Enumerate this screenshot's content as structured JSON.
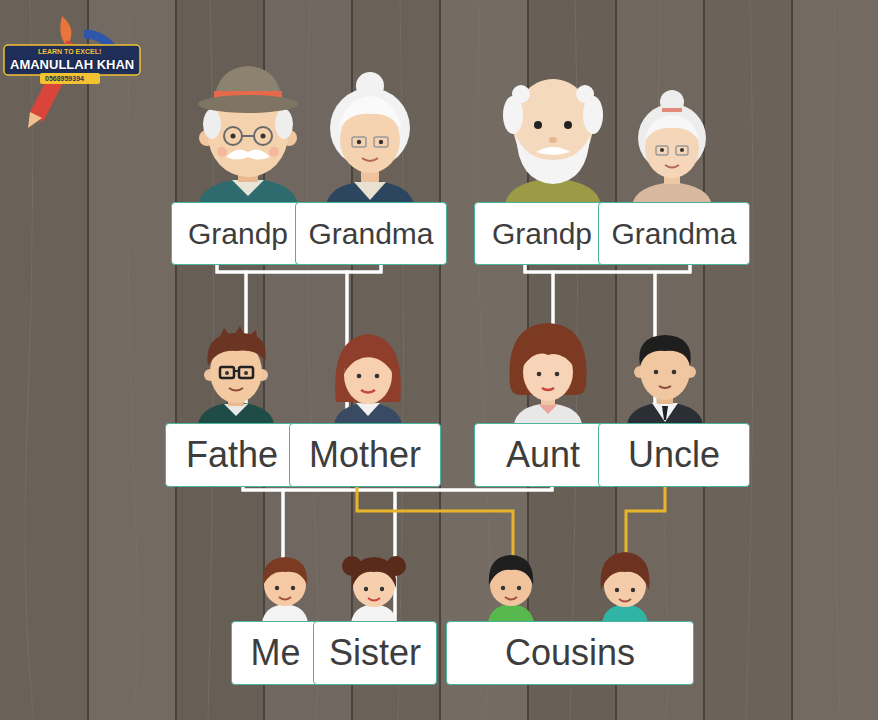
{
  "diagram": {
    "nodes": [
      {
        "text": [
          "Grandp"
        ]
      },
      {
        "text": [
          "Grandma"
        ]
      },
      {
        "text": [
          "Grandp"
        ]
      },
      {
        "text": [
          "Grandma"
        ]
      },
      {
        "text": [
          "Fathe"
        ]
      },
      {
        "text": [
          "Mother"
        ]
      },
      {
        "text": [
          "Aunt"
        ]
      },
      {
        "text": [
          "Uncle"
        ]
      },
      {
        "text": [
          "Me"
        ]
      },
      {
        "text": [
          "Sister"
        ]
      },
      {
        "text": [
          "Cousins"
        ]
      }
    ],
    "edges": [
      {
        "from": 0,
        "to": 4,
        "arrow": "none"
      },
      {
        "from": 0,
        "to": 5,
        "arrow": "none"
      },
      {
        "from": 1,
        "to": 4,
        "arrow": "none"
      },
      {
        "from": 1,
        "to": 5,
        "arrow": "none"
      },
      {
        "from": 2,
        "to": 6,
        "arrow": "none"
      },
      {
        "from": 2,
        "to": 7,
        "arrow": "none"
      },
      {
        "from": 3,
        "to": 6,
        "arrow": "none"
      },
      {
        "from": 3,
        "to": 7,
        "arrow": "none"
      },
      {
        "from": 4,
        "to": 8,
        "arrow": "none"
      },
      {
        "from": 4,
        "to": 9,
        "arrow": "none"
      },
      {
        "from": 6,
        "to": 8,
        "arrow": "none"
      },
      {
        "from": 6,
        "to": 9,
        "arrow": "none"
      },
      {
        "from": 5,
        "to": 10,
        "arrow": "none"
      },
      {
        "from": 7,
        "to": 10,
        "arrow": "none"
      }
    ],
    "labels": [
      "LEARN TO EXCEL!",
      "AMANULLAH KHAN",
      "0568959394"
    ]
  }
}
